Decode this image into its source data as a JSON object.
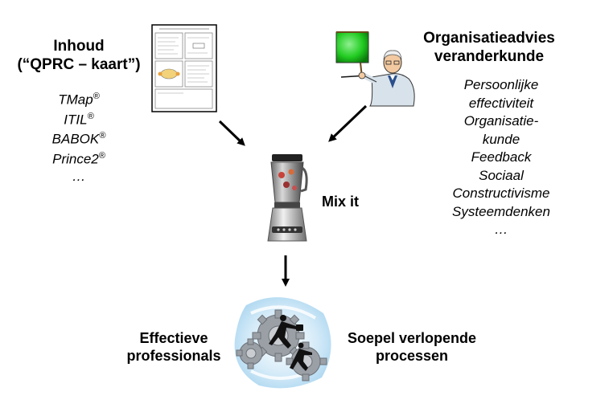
{
  "left_block": {
    "title_line1": "Inhoud",
    "title_line2": "(“QPRC – kaart”)",
    "items": [
      {
        "name": "TMap",
        "mark": "®"
      },
      {
        "name": "ITIL",
        "mark": "®"
      },
      {
        "name": "BABOK",
        "mark": "®"
      },
      {
        "name": "Prince2",
        "mark": "®"
      },
      {
        "name": "…",
        "mark": ""
      }
    ]
  },
  "right_block": {
    "title_line1": "Organisatieadvies",
    "title_line2": "veranderkunde",
    "items": [
      "Persoonlijke",
      "effectiviteit",
      "Organisatie-",
      "kunde",
      "Feedback",
      "Sociaal",
      "Constructivisme",
      "Systeemdenken",
      "…"
    ]
  },
  "center": {
    "mix_label": "Mix it"
  },
  "bottom": {
    "left_line1": "Effectieve",
    "left_line2": "professionals",
    "right_line1": "Soepel verlopende",
    "right_line2": "processen"
  },
  "icons": {
    "document": "qprc-card-document",
    "presenter": "presenter-at-board",
    "blender": "blender",
    "gears": "gears-with-runners"
  },
  "colors": {
    "board_green": "#22cc22",
    "gear_gray": "#9aa0a6",
    "swirl_blue": "#cfe8f7"
  }
}
